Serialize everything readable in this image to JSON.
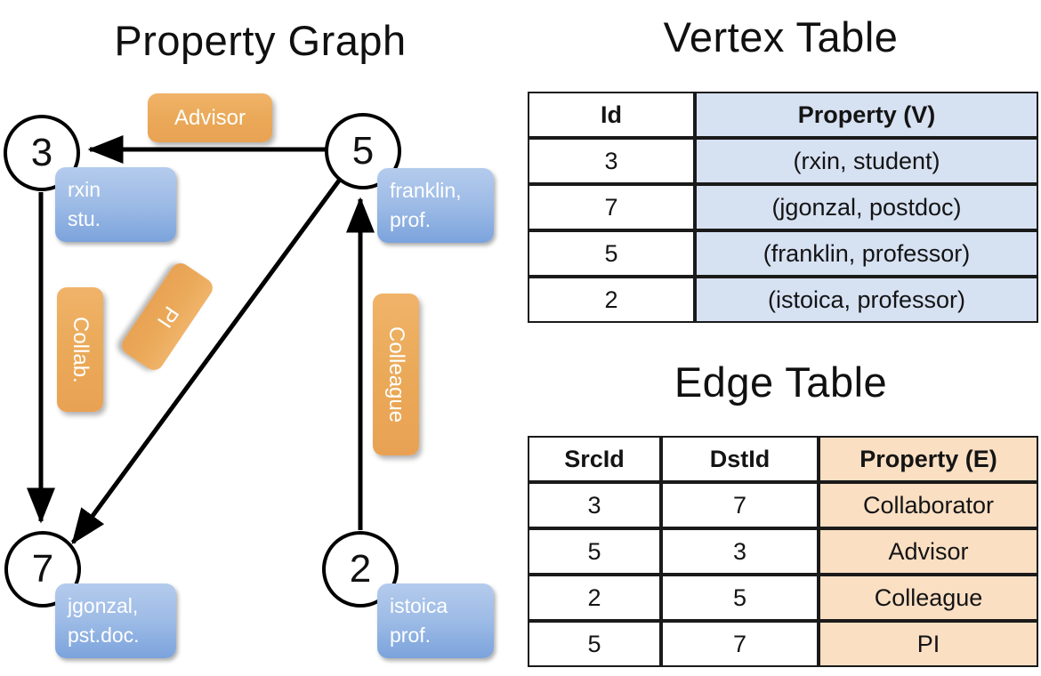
{
  "titles": {
    "property_graph": "Property Graph",
    "vertex_table": "Vertex Table",
    "edge_table": "Edge Table"
  },
  "graph": {
    "nodes": [
      {
        "id": "3",
        "property_lines": [
          "rxin",
          "stu."
        ]
      },
      {
        "id": "5",
        "property_lines": [
          "franklin,",
          "prof."
        ]
      },
      {
        "id": "7",
        "property_lines": [
          "jgonzal,",
          "pst.doc."
        ]
      },
      {
        "id": "2",
        "property_lines": [
          "istoica",
          "prof."
        ]
      }
    ],
    "edge_labels": [
      {
        "label": "Advisor",
        "from": "5",
        "to": "3"
      },
      {
        "label": "Collab.",
        "from": "3",
        "to": "7"
      },
      {
        "label": "PI",
        "from": "5",
        "to": "7"
      },
      {
        "label": "Colleague",
        "from": "2",
        "to": "5"
      }
    ]
  },
  "vertex_table": {
    "columns": [
      "Id",
      "Property (V)"
    ],
    "rows": [
      {
        "id": "3",
        "property": "(rxin, student)"
      },
      {
        "id": "7",
        "property": "(jgonzal, postdoc)"
      },
      {
        "id": "5",
        "property": "(franklin, professor)"
      },
      {
        "id": "2",
        "property": "(istoica, professor)"
      }
    ]
  },
  "edge_table": {
    "columns": [
      "SrcId",
      "DstId",
      "Property (E)"
    ],
    "rows": [
      {
        "src": "3",
        "dst": "7",
        "property": "Collaborator"
      },
      {
        "src": "5",
        "dst": "3",
        "property": "Advisor"
      },
      {
        "src": "2",
        "dst": "5",
        "property": "Colleague"
      },
      {
        "src": "5",
        "dst": "7",
        "property": "PI"
      }
    ]
  },
  "colors": {
    "vertex_property_box": "#9dbbe6",
    "edge_badge": "#eaa958",
    "vertex_table_cell": "#d6e1f2",
    "edge_table_cell": "#fadfc3",
    "stroke": "#000000"
  }
}
